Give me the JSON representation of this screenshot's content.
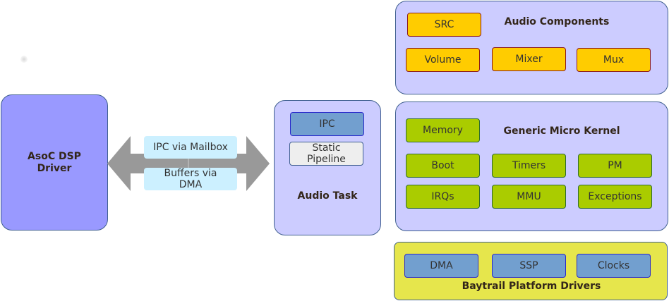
{
  "driver": {
    "label_line1": "AsoC DSP",
    "label_line2": "Driver"
  },
  "connection": {
    "ipc": "IPC via Mailbox",
    "buffers_line1": "Buffers via",
    "buffers_line2": "DMA"
  },
  "audio_task": {
    "title": "Audio Task",
    "ipc": "IPC",
    "pipeline_line1": "Static",
    "pipeline_line2": "Pipeline"
  },
  "audio_components": {
    "title": "Audio Components",
    "items": [
      "SRC",
      "Volume",
      "Mixer",
      "Mux"
    ]
  },
  "micro_kernel": {
    "title": "Generic Micro Kernel",
    "items": [
      "Memory",
      "Boot",
      "Timers",
      "PM",
      "IRQs",
      "MMU",
      "Exceptions"
    ]
  },
  "platform_drivers": {
    "title": "Baytrail Platform Drivers",
    "items": [
      "DMA",
      "SSP",
      "Clocks"
    ]
  },
  "colors": {
    "panel": "#ccccff",
    "driver": "#9999ff",
    "component": "#ffcc00",
    "kernel": "#aacc00",
    "platform_bg": "#e6e64c",
    "platform_item": "#729fcf",
    "arrow": "#999999",
    "link_label": "#ccf0ff"
  }
}
